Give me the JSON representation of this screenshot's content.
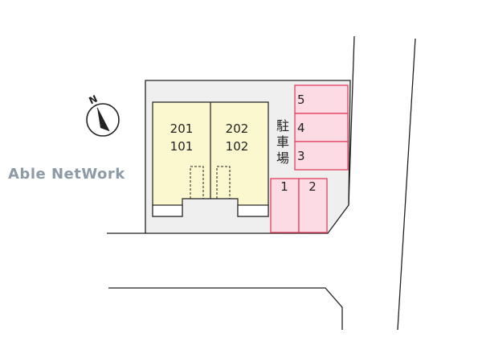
{
  "watermark": "Able NetWork",
  "compass": {
    "label": "N"
  },
  "building": {
    "units_left": [
      "201",
      "101"
    ],
    "units_right": [
      "202",
      "102"
    ]
  },
  "parking": {
    "label_chars": [
      "駐",
      "車",
      "場"
    ],
    "spaces_right_column": [
      "5",
      "4",
      "3"
    ],
    "spaces_bottom_row": [
      "1",
      "2"
    ]
  },
  "colors": {
    "lot": "#efefef",
    "building": "#fbf8cf",
    "parking": "#fcdbe4",
    "parking_border": "#e0405e",
    "line": "#222222"
  }
}
